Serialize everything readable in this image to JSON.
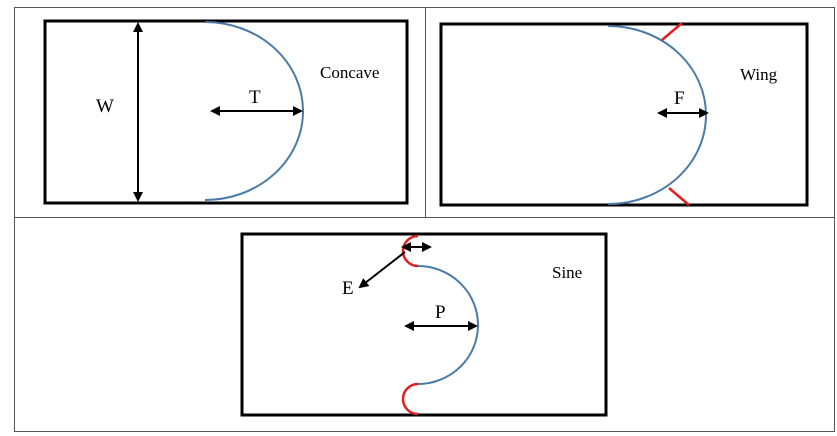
{
  "panels": {
    "concave": {
      "name": "Concave",
      "width_label": "W",
      "depth_label": "T"
    },
    "wing": {
      "name": "Wing",
      "depth_label": "F"
    },
    "sine": {
      "name": "Sine",
      "edge_label": "E",
      "depth_label": "P"
    }
  },
  "colors": {
    "border": "#000000",
    "curve": "#4a7aa8",
    "accent": "#e02020",
    "grid": "#555555"
  }
}
